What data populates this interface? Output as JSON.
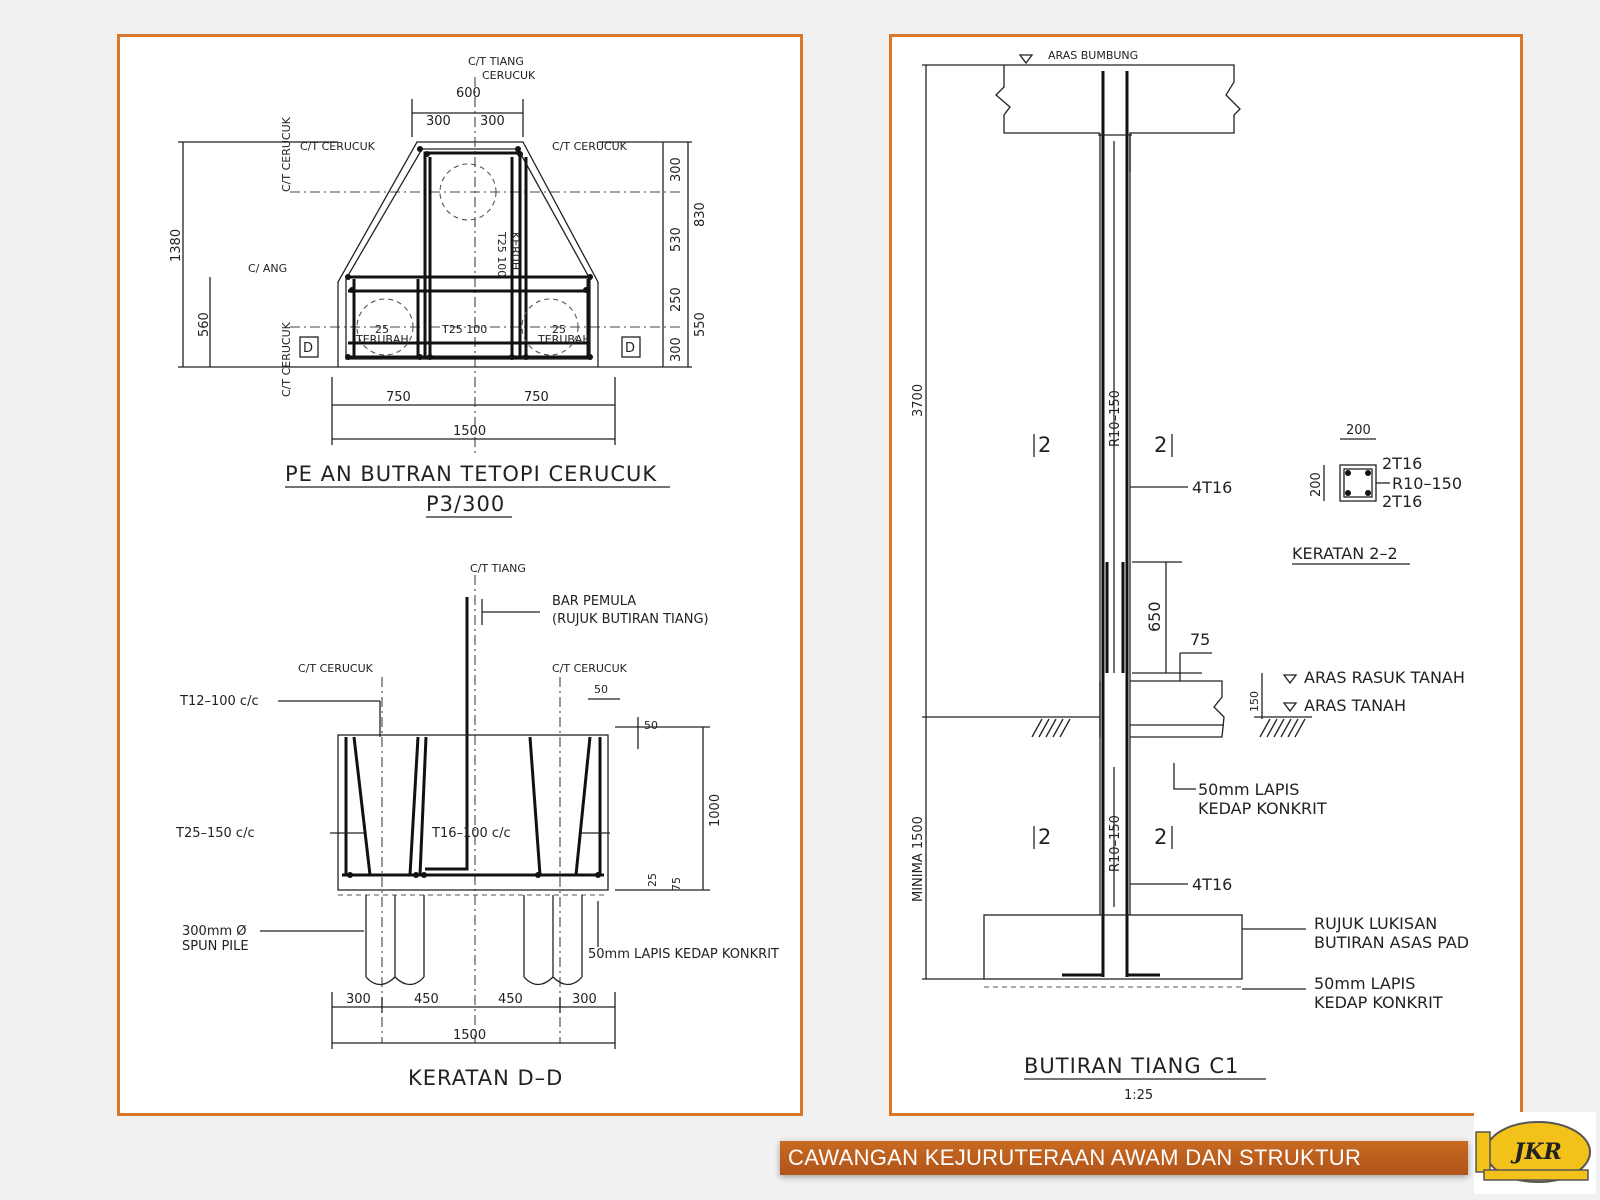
{
  "left": {
    "plan": {
      "title": "PE AN  BUTRAN  TETOPI  CERUCUK",
      "subtitle": "P3/300",
      "ct_tiang": "C/T  TIANG",
      "ct_cerucuk_top": "CERUCUK",
      "ct_cerucuk_left": "C/T  CERUCUK",
      "ct_cerucuk_right": "C/T  CERUCUK",
      "ct_cerucuk_vertical": "C/T  CERUCUK",
      "ct_cerucuk_vertical_low": "C/T  CERUCUK",
      "ct_ang": "C/      ANG",
      "dim_600": "600",
      "dim_300_a": "300",
      "dim_300_b": "300",
      "dim_1380": "1380",
      "dim_560": "560",
      "dim_300_r": "300",
      "dim_530": "530",
      "dim_830": "830",
      "dim_250": "250",
      "dim_300_r2": "300",
      "dim_550": "550",
      "dim_750_a": "750",
      "dim_750_b": "750",
      "dim_1500": "1500",
      "bar_t25_100": "T25  100",
      "bar_t25_keruh": "T25  100",
      "bar_keruh_label": "KERUH",
      "bar_25_left": "25",
      "bar_25_right": "25",
      "bar_left_sub": "TERUBAH",
      "bar_right_sub": "TERUBAH",
      "sec_d_left": "D",
      "sec_d_right": "D"
    },
    "section": {
      "title": "KERATAN  D–D",
      "ct_tiang": "C/T  TIANG",
      "bar_pemula": "BAR  PEMULA",
      "bar_pemula_ref": "(RUJUK  BUTIRAN  TIANG)",
      "ct_cerucuk_left": "C/T  CERUCUK",
      "ct_cerucuk_right": "C/T  CERUCUK",
      "t12": "T12–100  c/c",
      "t25": "T25–150  c/c",
      "t16": "T16–100  c/c",
      "pile_1": "300mm  Ø",
      "pile_2": "SPUN  PILE",
      "lapis": "50mm  LAPIS  KEDAP  KONKRIT",
      "dim_50_top": "50",
      "dim_50_side": "50",
      "dim_1000": "1000",
      "dim_25": "25",
      "dim_75": "75",
      "dim_300_a": "300",
      "dim_450_a": "450",
      "dim_450_b": "450",
      "dim_300_b": "300",
      "dim_1500": "1500"
    }
  },
  "right": {
    "aras_bumbung": "ARAS  BUMBUNG",
    "dim_3700": "3700",
    "dim_min_1500": "MINIMA  1500",
    "r10_150_top": "R10–150",
    "r10_150_bot": "R10–150",
    "t4t16_top": "4T16",
    "t4t16_bot": "4T16",
    "sec_2_1": "2",
    "sec_2_2": "2",
    "sec_2_3": "2",
    "sec_2_4": "2",
    "dim_650": "650",
    "dim_75": "75",
    "dim_150": "150",
    "aras_rasuk_tanah": "ARAS  RASUK  TANAH",
    "aras_tanah": "ARAS  TANAH",
    "lapis_1": "50mm  LAPIS",
    "lapis_2": "KEDAP  KONKRIT",
    "rujuk_1": "RUJUK  LUKISAN",
    "rujuk_2": "BUTIRAN  ASAS  PAD",
    "base_lapis_1": "50mm  LAPIS",
    "base_lapis_2": "KEDAP  KONKRIT",
    "keratan": {
      "dim_200_top": "200",
      "dim_200_side": "200",
      "top_bars": "2T16",
      "bot_bars": "2T16",
      "link": "R10–150",
      "title": "KERATAN  2–2"
    },
    "title": "BUTIRAN  TIANG  C1",
    "scale": "1:25"
  },
  "footer": {
    "banner": "CAWANGAN KEJURUTERAAN AWAM DAN STRUKTUR",
    "logo": "JKR"
  },
  "colors": {
    "frame": "#d9782a",
    "banner": "#c86a21",
    "logo_yellow": "#f2c21b"
  }
}
